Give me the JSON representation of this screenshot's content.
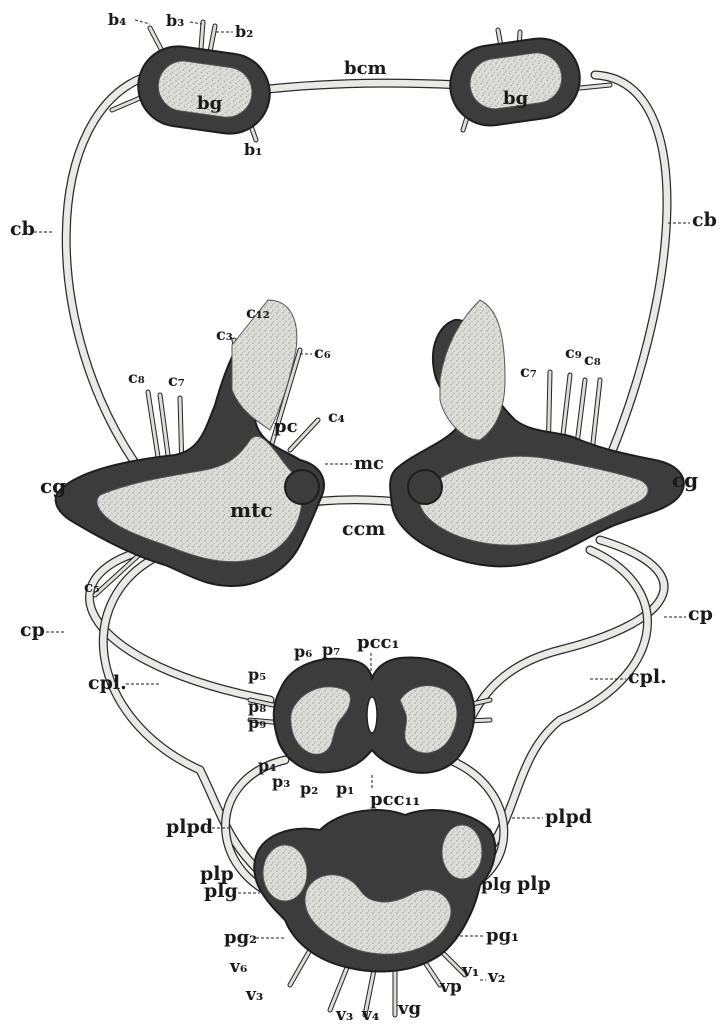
{
  "labels": {
    "b4": "b₄",
    "b3": "b₃",
    "b2": "b₂",
    "b1": "b₁",
    "bcm": "bcm",
    "bg_left": "bg",
    "bg_right": "bg",
    "cb_left": "cb",
    "cb_right": "cb",
    "c12": "c₁₂",
    "c3": "c₃",
    "c6": "c₆",
    "c8_left": "c₈",
    "c7_left": "c₇",
    "c4": "c₄",
    "c7_right": "c₇",
    "c9": "c₉",
    "c8_right": "c₈",
    "c5": "c₅",
    "pc": "pc",
    "mc": "mc",
    "mtc": "mtc",
    "cg_left": "cg",
    "cg_right": "cg",
    "ccm": "ccm",
    "cp_left": "cp",
    "cp_right": "cp",
    "cpl_left": "cpl.",
    "cpl_right": "cpl.",
    "p6": "p₆",
    "p7": "p₇",
    "pcc1": "pcc₁",
    "p5": "p₅",
    "p8": "p₈",
    "p9": "p₉",
    "p4": "p₄",
    "p3": "p₃",
    "p2": "p₂",
    "p1": "p₁",
    "pcc2": "pcc₁₁",
    "plpd_left": "plpd",
    "plpd_right": "plpd",
    "plp_left": "plp",
    "plp_right": "plp",
    "plg_left": "plg",
    "plg_right": "plg",
    "pg2": "pg₂",
    "pg1": "pg₁",
    "v6": "v₆",
    "v3a": "v₃",
    "v3b": "v₃",
    "v4": "v₄",
    "vg": "vg",
    "vp": "vp",
    "v1": "v₁",
    "v2": "v₂"
  },
  "colors": {
    "cortex": "#3c3c3c",
    "neuropil": "#dcdcd8",
    "nerve": "#e9e9e6",
    "ink": "#1a1a1a"
  }
}
